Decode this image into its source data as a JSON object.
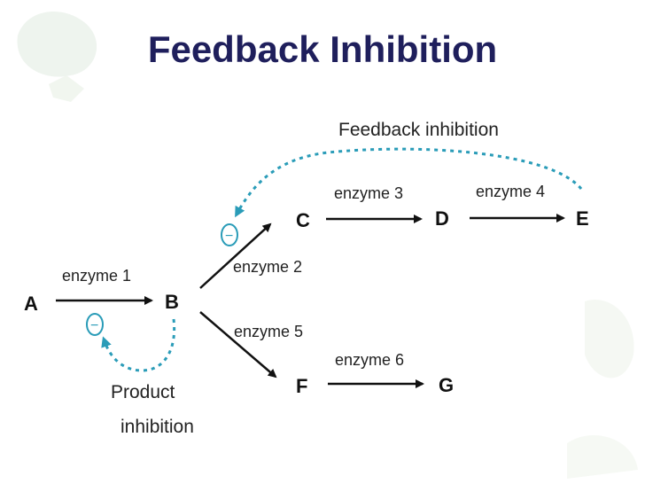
{
  "title": "Feedback Inhibition",
  "nodes": {
    "a": "A",
    "b": "B",
    "c": "C",
    "d": "D",
    "e": "E",
    "f": "F",
    "g": "G"
  },
  "enzymes": {
    "e1": "enzyme 1",
    "e2": "enzyme 2",
    "e3": "enzyme 3",
    "e4": "enzyme 4",
    "e5": "enzyme 5",
    "e6": "enzyme 6"
  },
  "labels": {
    "feedback": "Feedback inhibition",
    "product_line1": "Product",
    "product_line2": "inhibition",
    "minus": "−"
  },
  "colors": {
    "title": "#1f1f5c",
    "inhibition": "#2a9cb8",
    "arrow": "#111111",
    "decor": "#e8f1ea"
  }
}
